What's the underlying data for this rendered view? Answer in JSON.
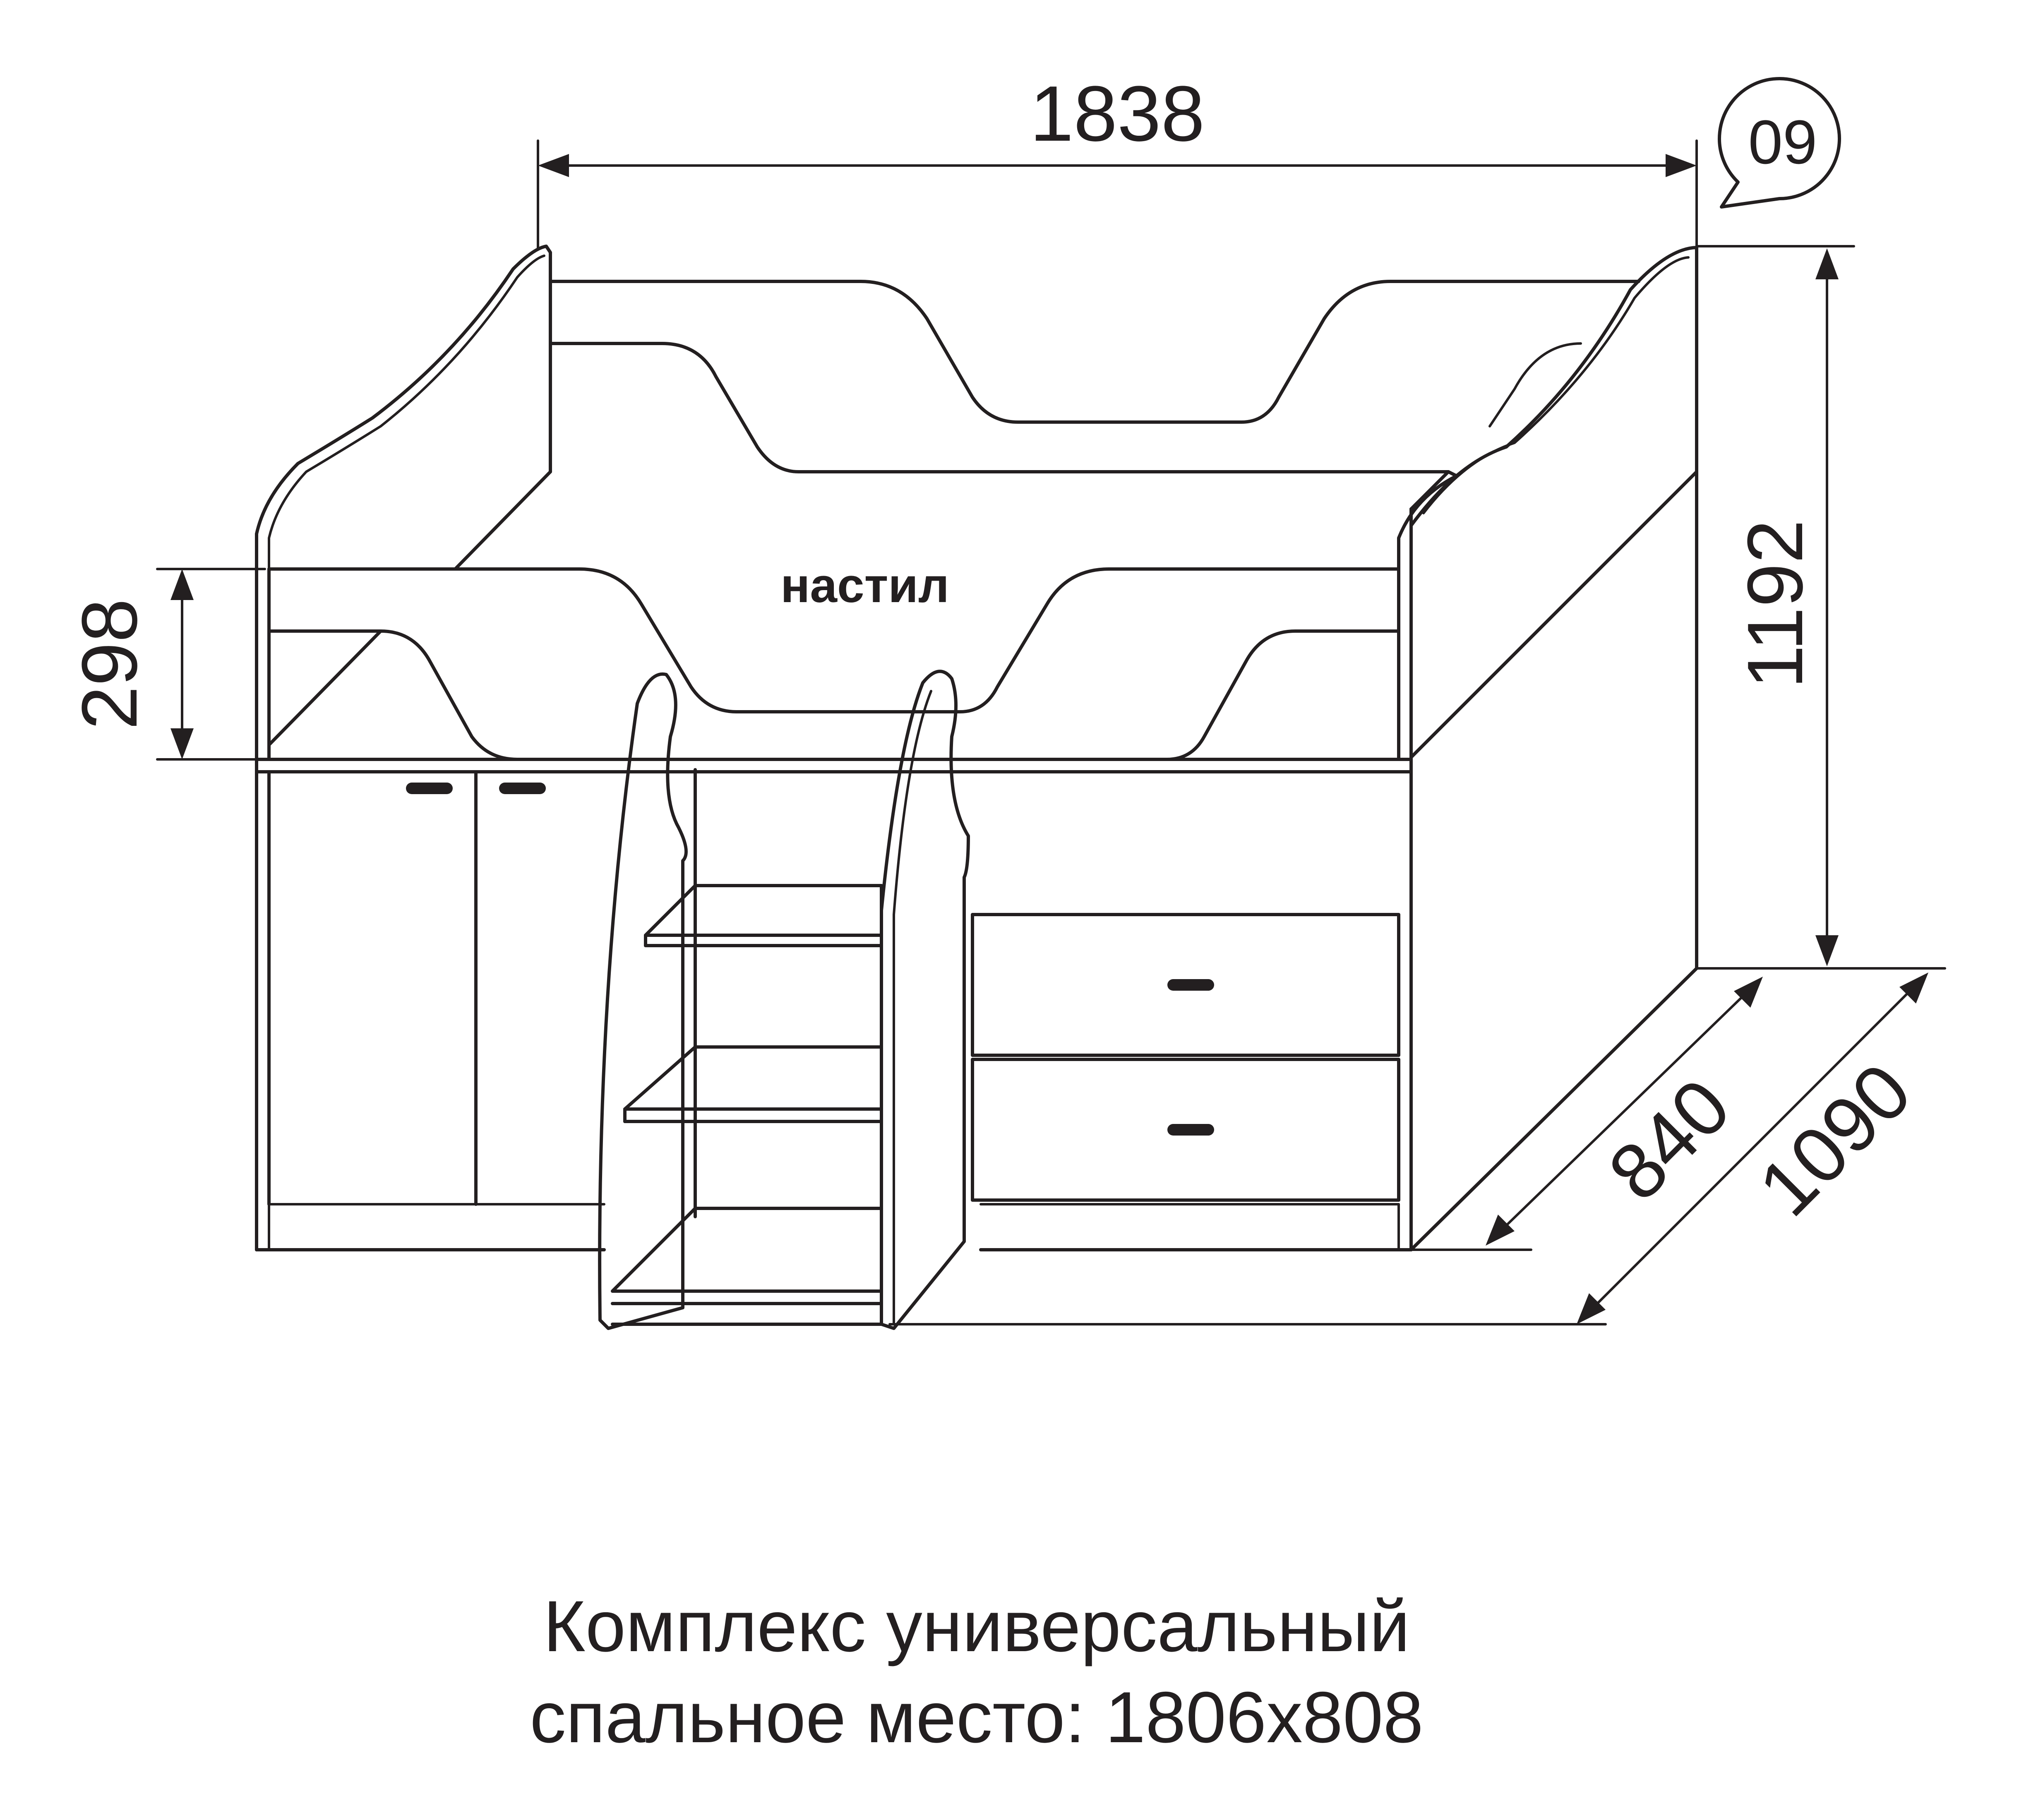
{
  "dimensions": {
    "width": "1838",
    "height": "1192",
    "rail_height": "298",
    "depth_inner": "840",
    "depth_outer": "1090"
  },
  "badge": {
    "number": "09"
  },
  "labels": {
    "deck": "настил"
  },
  "caption": {
    "line1": "Комплекс универсальный",
    "line2": "спальное место: 1806х808"
  }
}
